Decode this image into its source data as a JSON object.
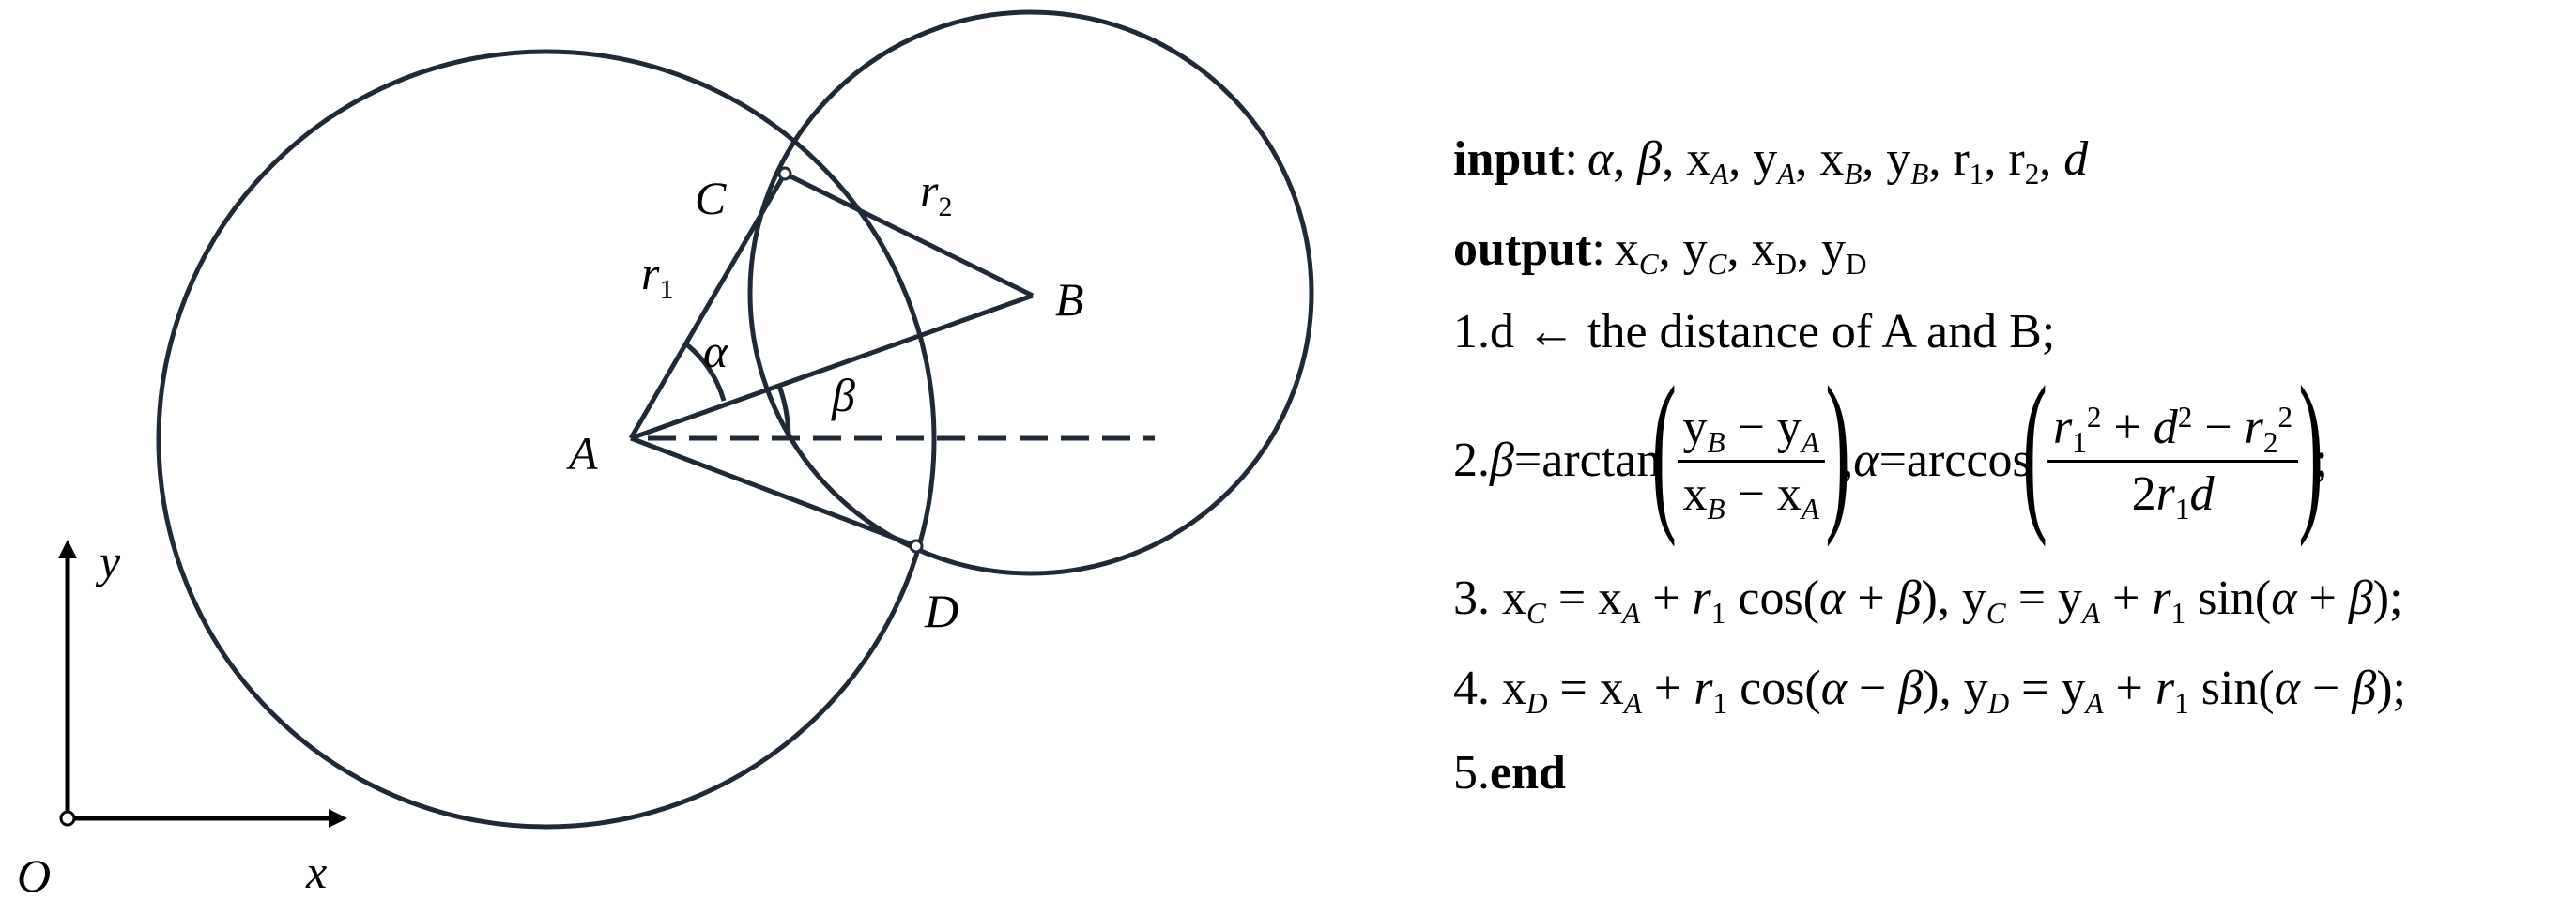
{
  "diagram": {
    "points": {
      "A": "A",
      "B": "B",
      "C": "C",
      "D": "D",
      "O": "O"
    },
    "radius_labels": {
      "r1": "r",
      "r1_sub": "1",
      "r2": "r",
      "r2_sub": "2"
    },
    "angles": {
      "alpha": "α",
      "beta": "β"
    },
    "axes": {
      "x": "x",
      "y": "y"
    },
    "stroke_color": "#1f2a36"
  },
  "algorithm": {
    "input_kw": "input",
    "output_kw": "output",
    "line1": "1.d ← the distance of A and B;",
    "line2_prefix": "2.",
    "arctan": "arctan",
    "arccos": "arccos",
    "line5_num": "5.",
    "end_kw": "end"
  }
}
